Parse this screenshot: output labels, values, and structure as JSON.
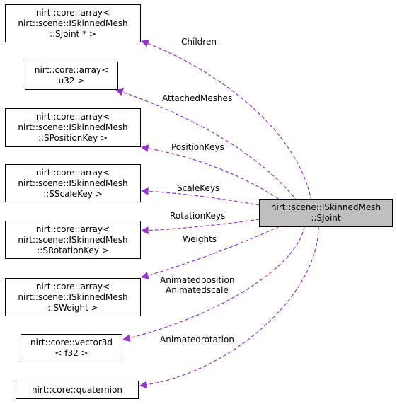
{
  "nodes": {
    "children_type": [
      "nirt::core::array<",
      "nirt::scene::ISkinnedMesh",
      "::SJoint * >"
    ],
    "attached_type": [
      "nirt::core::array<",
      "u32 >"
    ],
    "position_type": [
      "nirt::core::array<",
      "nirt::scene::ISkinnedMesh",
      "::SPositionKey >"
    ],
    "scale_type": [
      "nirt::core::array<",
      "nirt::scene::ISkinnedMesh",
      "::SScaleKey >"
    ],
    "rotation_type": [
      "nirt::core::array<",
      "nirt::scene::ISkinnedMesh",
      "::SRotationKey >"
    ],
    "weight_type": [
      "nirt::core::array<",
      "nirt::scene::ISkinnedMesh",
      "::SWeight >"
    ],
    "vector_type": [
      "nirt::core::vector3d",
      "< f32 >"
    ],
    "quaternion_type": [
      "nirt::core::quaternion"
    ],
    "sjoint": [
      "nirt::scene::ISkinnedMesh",
      "::SJoint"
    ]
  },
  "edges": {
    "children": "Children",
    "attached": "AttachedMeshes",
    "position": "PositionKeys",
    "scale": "ScaleKeys",
    "rotation": "RotationKeys",
    "weights": "Weights",
    "animatedposition": "Animatedposition",
    "animatedscale": "Animatedscale",
    "animatedrotation": "Animatedrotation"
  },
  "colors": {
    "edge": "#9a32cd",
    "node_border": "#000000",
    "focus_fill": "#bfbfbf",
    "node_fill": "#ffffff"
  }
}
